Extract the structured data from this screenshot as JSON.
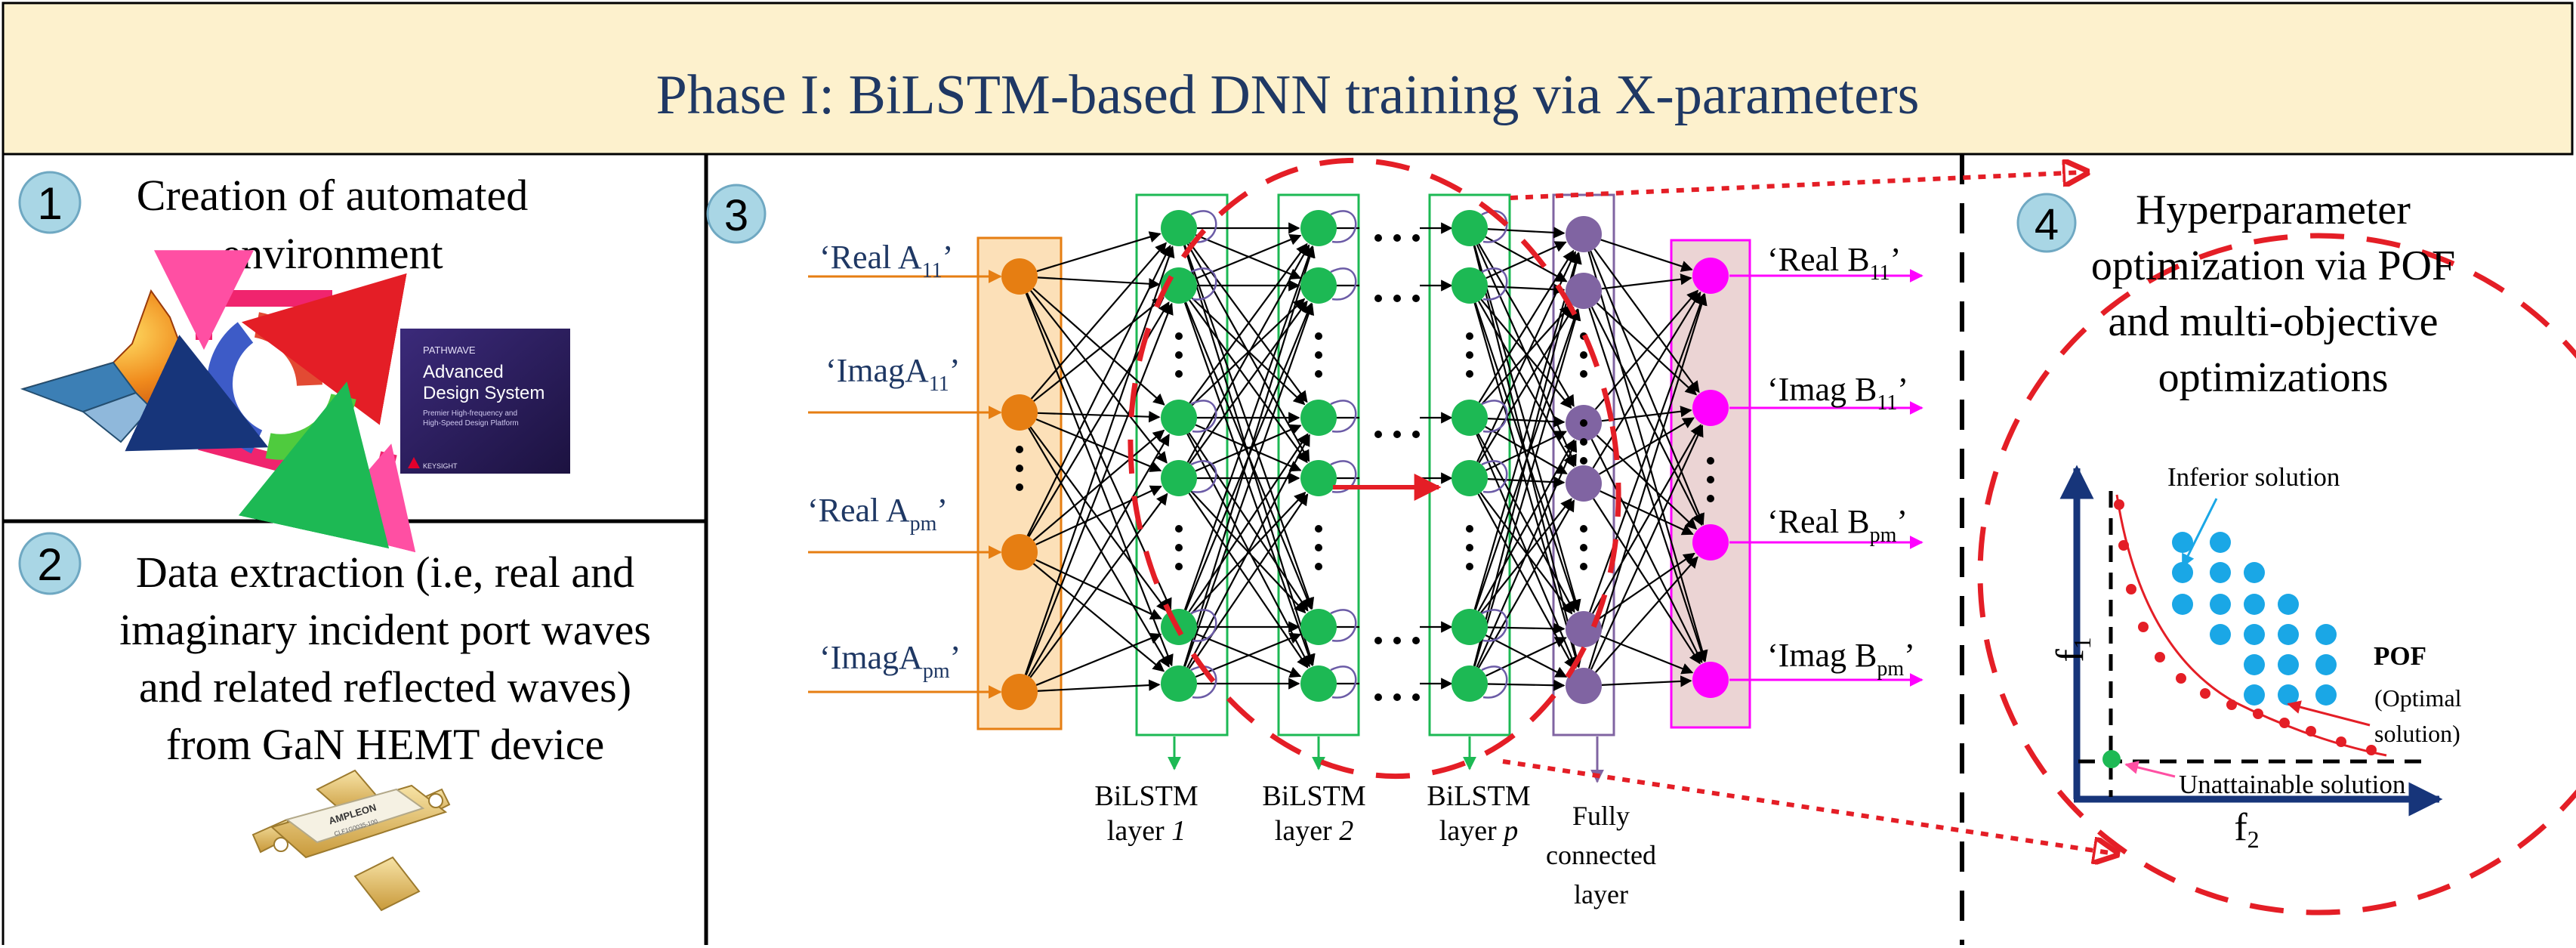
{
  "title": "Phase I: BiLSTM-based DNN training via X-parameters",
  "steps": {
    "s1": {
      "num": "1",
      "line1": "Creation of  automated",
      "line2": "environment"
    },
    "s2": {
      "num": "2",
      "lines": [
        "Data extraction (i.e, real and",
        "imaginary incident port waves",
        "and related  reflected waves)",
        "from GaN HEMT device"
      ]
    },
    "s3": {
      "num": "3"
    },
    "s4": {
      "num": "4",
      "lines": [
        "Hyperparameter",
        "optimization via POF",
        "and multi-objective",
        "optimizations"
      ]
    }
  },
  "ads_box": {
    "brand": "PATHWAVE",
    "title_line1": "Advanced",
    "title_line2": "Design System",
    "subtitle_line1": "Premier High-frequency and",
    "subtitle_line2": "High-Speed Design Platform",
    "vendor": "KEYSIGHT"
  },
  "device": {
    "brand": "AMPLEON",
    "part": "CLF1G0035-100"
  },
  "inputs": [
    {
      "pre": "‘Real A",
      "sub": "11",
      "post": "’"
    },
    {
      "pre": "‘ImagA",
      "sub": "11",
      "post": "’"
    },
    {
      "pre": "‘Real A",
      "sub": "pm",
      "post": "’"
    },
    {
      "pre": "‘ImagA",
      "sub": "pm",
      "post": "’"
    }
  ],
  "outputs": [
    {
      "pre": "‘Real B",
      "sub": "11",
      "post": "’"
    },
    {
      "pre": "‘Imag B",
      "sub": "11",
      "post": "’"
    },
    {
      "pre": "‘Real B",
      "sub": "pm",
      "post": "’"
    },
    {
      "pre": "‘Imag B",
      "sub": "pm",
      "post": "’"
    }
  ],
  "layers": [
    {
      "line1": "BiLSTM",
      "line2": "layer ",
      "italic": "1"
    },
    {
      "line1": "BiLSTM",
      "line2": "layer ",
      "italic": "2"
    },
    {
      "line1": "BiLSTM",
      "line2": "layer ",
      "italic": "p"
    },
    {
      "lines": [
        "Fully",
        "connected",
        "layer"
      ]
    }
  ],
  "plot": {
    "y_axis": "f",
    "y_sub": "1",
    "x_axis": "f",
    "x_sub": "2",
    "inferior": "Inferior solution",
    "pof": "POF",
    "optimal_line1": "(Optimal",
    "optimal_line2": "solution)",
    "unattainable": "Unattainable solution"
  },
  "colors": {
    "title_bg": "#FDF1CD",
    "title_text": "#1F3864",
    "input_node": "#E67E12",
    "bilstm_node": "#1DB954",
    "fc_node": "#8064A2",
    "out_node": "#FF00FF",
    "dashed_red": "#E41E26",
    "dot_blue": "#1AA7E6"
  }
}
